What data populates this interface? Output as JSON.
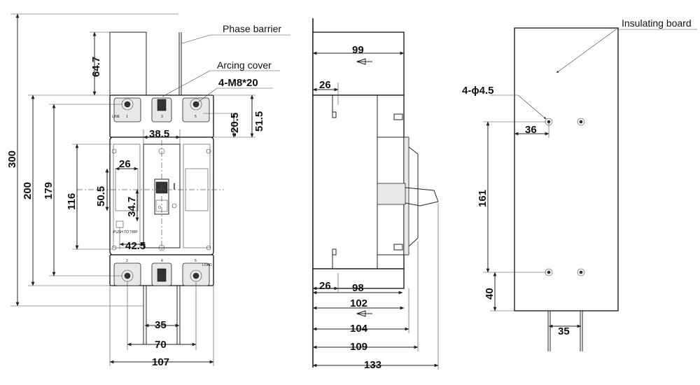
{
  "callouts": {
    "phase_barrier": "Phase barrier",
    "arcing_cover": "Arcing cover",
    "insulating_board": "Insulating board",
    "bolts": "4-M8*20",
    "holes": "4-ϕ4.5",
    "switch_i": "I",
    "switch_o": "O",
    "push_to_trip": "PUSH TO TRIP",
    "line": "LINE",
    "load": "LOAD"
  },
  "terminal_numbers": {
    "t1": "1",
    "t3": "3",
    "t5": "5",
    "t2": "2",
    "t4": "4",
    "t6": "6"
  },
  "front_view_dims": {
    "overall_height": "300",
    "body_height": "200",
    "terminal_height": "179",
    "cover_height": "116",
    "barrier_height": "64.7",
    "terminal_offset": "51.5",
    "terminal_depth": "-20.5",
    "handle_window": "38.5",
    "label_width": "26",
    "label_height": "50.5",
    "button_height": "34.7",
    "button_offset": "42.5",
    "pole_pitch": "35",
    "outer_pitch": "70",
    "overall_width": "107"
  },
  "side_view_dims": {
    "top_depth": "99",
    "top_offset": "26",
    "bottom_offset": "26",
    "d98": "98",
    "d102": "102",
    "d104": "104",
    "d109": "109",
    "d133": "133"
  },
  "board_view_dims": {
    "hole_offset": "36",
    "hole_spacing_v": "161",
    "bottom_offset": "40",
    "hole_spacing_h": "35"
  }
}
